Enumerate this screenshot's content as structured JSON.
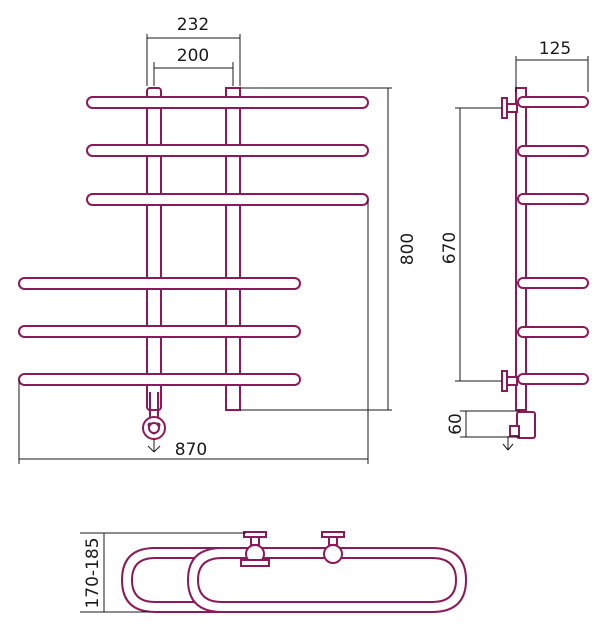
{
  "colors": {
    "outline": "#8b1a5a",
    "dimension": "#1a1a1a",
    "background": "#ffffff"
  },
  "dimensions": {
    "risers_outer": "232",
    "risers_inner": "200",
    "total_height": "800",
    "total_width": "870",
    "side_depth": "125",
    "side_mount_spacing": "670",
    "heater_height": "60",
    "top_depth": "170-185"
  }
}
